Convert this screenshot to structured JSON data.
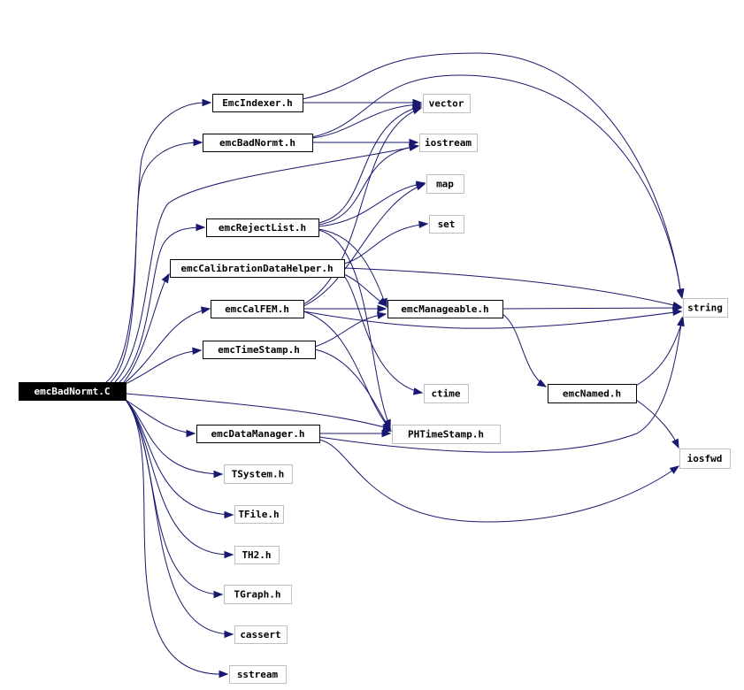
{
  "colors": {
    "edge": "#191970",
    "root_fill": "#000000",
    "root_text": "#ffffff",
    "node_border": "#000000",
    "leaf_border": "#bfbfbf",
    "node_fill": "#ffffff",
    "text": "#000000"
  },
  "nodes": {
    "root": "emcBadNormt.C",
    "emcindexer": "EmcIndexer.h",
    "emcbadnormt_h": "emcBadNormt.h",
    "rejectlist": "emcRejectList.h",
    "calibhelper": "emcCalibrationDataHelper.h",
    "calfem": "emcCalFEM.h",
    "timestamp": "emcTimeStamp.h",
    "datamanager": "emcDataManager.h",
    "tsystem": "TSystem.h",
    "tfile": "TFile.h",
    "th2": "TH2.h",
    "tgraph": "TGraph.h",
    "cassert": "cassert",
    "sstream": "sstream",
    "vector": "vector",
    "iostream": "iostream",
    "map": "map",
    "set": "set",
    "manageable": "emcManageable.h",
    "ctime": "ctime",
    "phtimestamp": "PHTimeStamp.h",
    "named": "emcNamed.h",
    "string": "string",
    "iosfwd": "iosfwd"
  }
}
